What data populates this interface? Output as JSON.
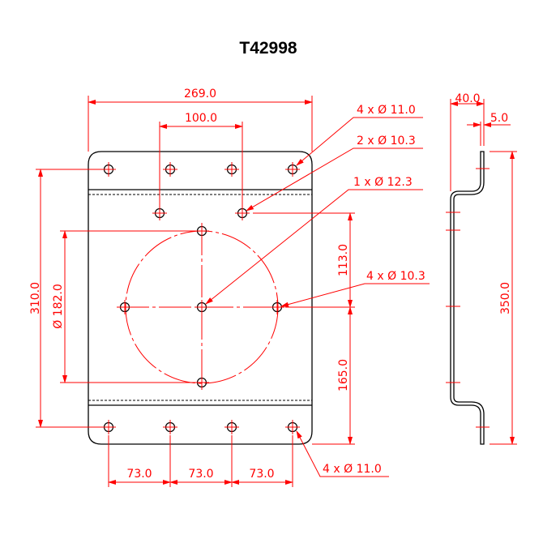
{
  "title": "T42998",
  "dimensions": {
    "overall_width": "269.0",
    "mid_hole_spacing": "100.0",
    "hole_row_spacing": "310.0",
    "circle_diameter": "Ø 182.0",
    "center_to_mid_holes": "113.0",
    "center_to_bottom": "165.0",
    "bottom_spacing": [
      "73.0",
      "73.0",
      "73.0"
    ],
    "side_depth": "40.0",
    "thickness": "5.0",
    "side_height": "350.0"
  },
  "callouts": {
    "top_corner_holes": "4 x Ø 11.0",
    "mid_holes": "2 x Ø 10.3",
    "center_hole": "1 x Ø 12.3",
    "circle_holes": "4 x Ø 10.3",
    "bottom_corner_holes": "4 x Ø 11.0"
  },
  "colors": {
    "dimension": "#ff0000",
    "outline": "#000000"
  }
}
